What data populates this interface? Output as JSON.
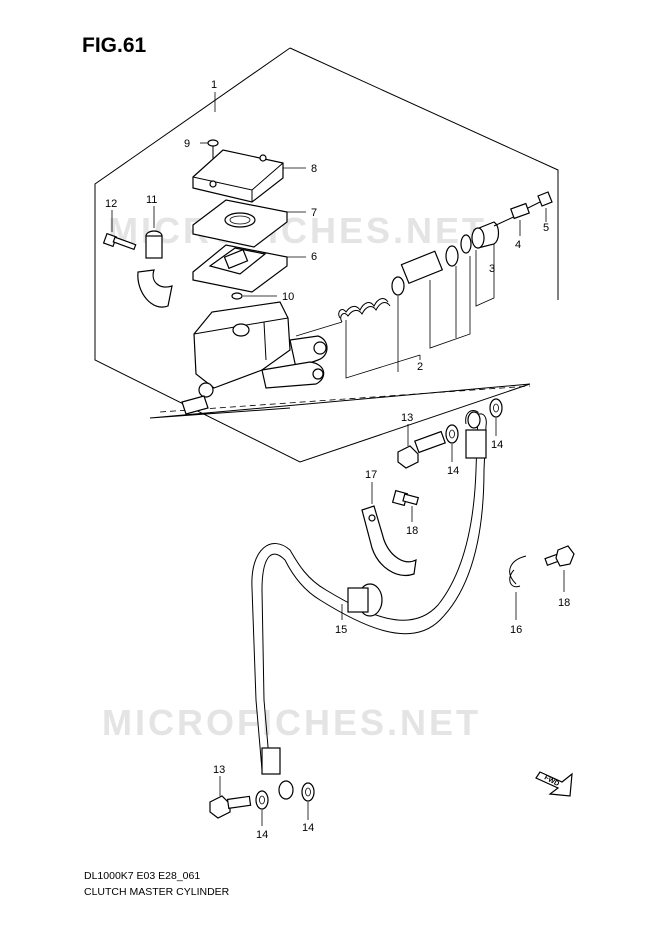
{
  "figure": {
    "title": "FIG.61"
  },
  "watermark": {
    "text": "MICROFICHES.NET"
  },
  "callouts": {
    "c1": "1",
    "c2": "2",
    "c3": "3",
    "c4": "4",
    "c5": "5",
    "c6": "6",
    "c7": "7",
    "c8": "8",
    "c9": "9",
    "c10": "10",
    "c11": "11",
    "c12": "12",
    "c13a": "13",
    "c13b": "13",
    "c14a": "14",
    "c14b": "14",
    "c14c": "14",
    "c14d": "14",
    "c15": "15",
    "c16": "16",
    "c17": "17",
    "c18a": "18",
    "c18b": "18"
  },
  "fwd_label": "FWD",
  "caption": {
    "code": "DL1000K7 E03 E28_061",
    "name": "CLUTCH MASTER CYLINDER"
  }
}
